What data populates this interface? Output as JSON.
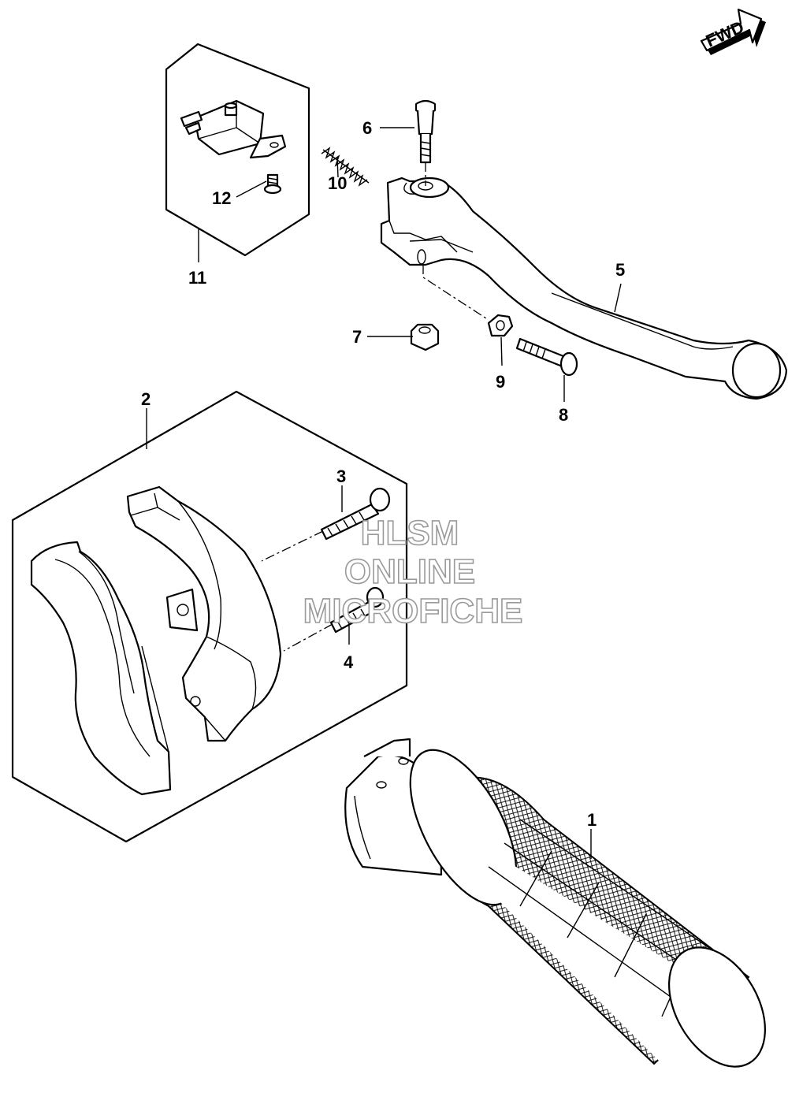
{
  "fwd_label": "FWD",
  "callouts": {
    "c1": "1",
    "c2": "2",
    "c3": "3",
    "c4": "4",
    "c5": "5",
    "c6": "6",
    "c7": "7",
    "c8": "8",
    "c9": "9",
    "c10": "10",
    "c11": "11",
    "c12": "12"
  },
  "watermark": {
    "line1": "HLSM",
    "line2": "ONLINE",
    "line3": "MICROFICHE"
  }
}
